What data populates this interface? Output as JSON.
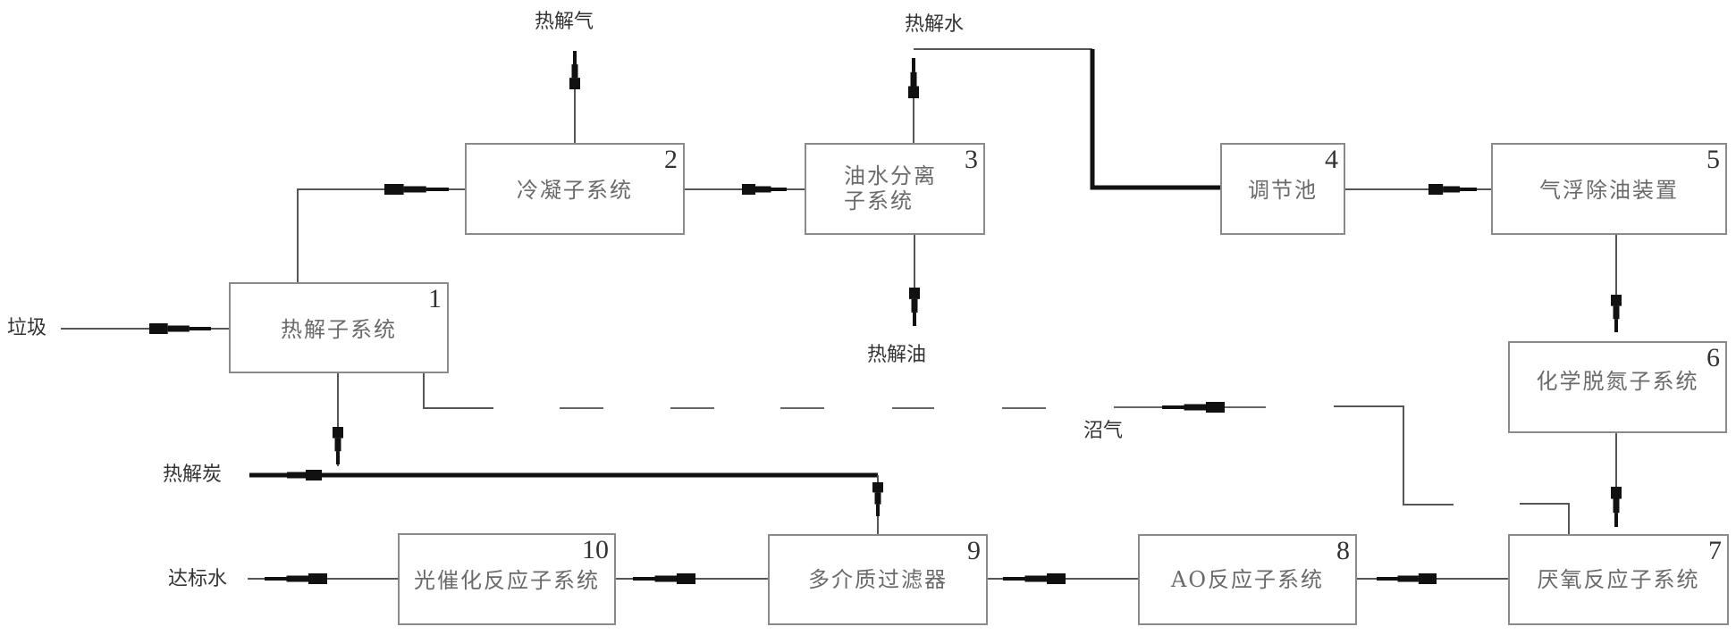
{
  "diagram": {
    "type": "process-flow",
    "boxes": [
      {
        "id": 1,
        "num": "1",
        "label": "热解子系统"
      },
      {
        "id": 2,
        "num": "2",
        "label": "冷凝子系统"
      },
      {
        "id": 3,
        "num": "3",
        "label_line1": "油水分离",
        "label_line2": "子系统"
      },
      {
        "id": 4,
        "num": "4",
        "label": "调节池"
      },
      {
        "id": 5,
        "num": "5",
        "label": "气浮除油装置"
      },
      {
        "id": 6,
        "num": "6",
        "label": "化学脱氮子系统"
      },
      {
        "id": 7,
        "num": "7",
        "label": "厌氧反应子系统"
      },
      {
        "id": 8,
        "num": "8",
        "label": "AO反应子系统"
      },
      {
        "id": 9,
        "num": "9",
        "label": "多介质过滤器"
      },
      {
        "id": 10,
        "num": "10",
        "label": "光催化反应子系统"
      }
    ],
    "external_labels": {
      "garbage": "垃圾",
      "pyrolysis_gas": "热解气",
      "pyrolysis_water": "热解水",
      "pyrolysis_oil": "热解油",
      "pyrolysis_char": "热解炭",
      "biogas": "沼气",
      "compliant_water": "达标水"
    },
    "flows": [
      {
        "from": "垃圾",
        "to": 1
      },
      {
        "from": 1,
        "to": 2
      },
      {
        "from": 2,
        "to": "热解气"
      },
      {
        "from": 2,
        "to": 3
      },
      {
        "from": 3,
        "to": "热解水"
      },
      {
        "from": 3,
        "to": "热解油"
      },
      {
        "from": "热解水",
        "to": 4
      },
      {
        "from": 4,
        "to": 5
      },
      {
        "from": 5,
        "to": 6
      },
      {
        "from": 6,
        "to": 7
      },
      {
        "from": 7,
        "to": 8
      },
      {
        "from": 8,
        "to": 9
      },
      {
        "from": 9,
        "to": 10
      },
      {
        "from": 10,
        "to": "达标水"
      },
      {
        "from": 1,
        "to": "热解炭"
      },
      {
        "from": "热解炭",
        "to": 9
      },
      {
        "from": 7,
        "to": 1,
        "label": "沼气",
        "style": "dashed"
      }
    ],
    "colors": {
      "line": "#555555",
      "thick_line": "#111111",
      "box_border": "#8a8a8a",
      "box_text": "#6a6a6a"
    }
  }
}
